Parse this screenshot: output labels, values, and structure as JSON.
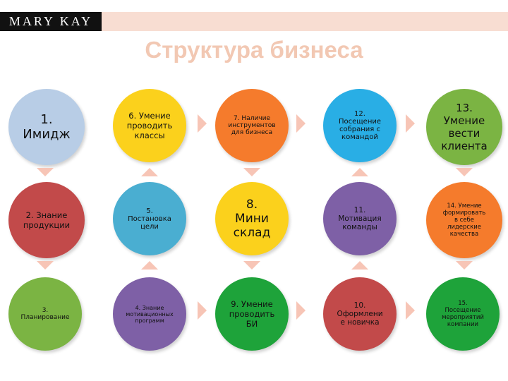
{
  "header": {
    "logo": "MARY KAY",
    "title": "Структура бизнеса"
  },
  "colors": {
    "light_blue": "#b8cde6",
    "orange": "#f57b2c",
    "sky_blue": "#29aee5",
    "red": "#c24a4a",
    "teal": "#4aaed1",
    "yellow": "#fbd11c",
    "purple": "#7e60a6",
    "green": "#7bb443",
    "bright_green": "#1ea33a",
    "peach_arrow": "#f7c5b6"
  },
  "steps": {
    "s1": "1.\nИмидж",
    "s2": "2. Знание\nпродукции",
    "s3": "3.\nПланирование",
    "s4": "4. Знание\nмотивационных\nпрограмм",
    "s5": "5.\nПостановка\nцели",
    "s6": "6. Умение\nпроводить\nклассы",
    "s7": "7. Наличие\nинструментов\nдля бизнеса",
    "s8": "8.\nМини\nсклад",
    "s9": "9. Умение\nпроводить\nБИ",
    "s10": "10.\nОформлени\nе новичка",
    "s11": "11.\nМотивация\nкоманды",
    "s12": "12.\nПосещение\nсобрания с\nкомандой",
    "s13": "13.\nУмение\nвести\nклиента",
    "s14": "14. Умение\nформировать\nв себе\nлидерские\nкачества",
    "s15": "15.\nПосещение\nмероприятий\nкомпании"
  }
}
